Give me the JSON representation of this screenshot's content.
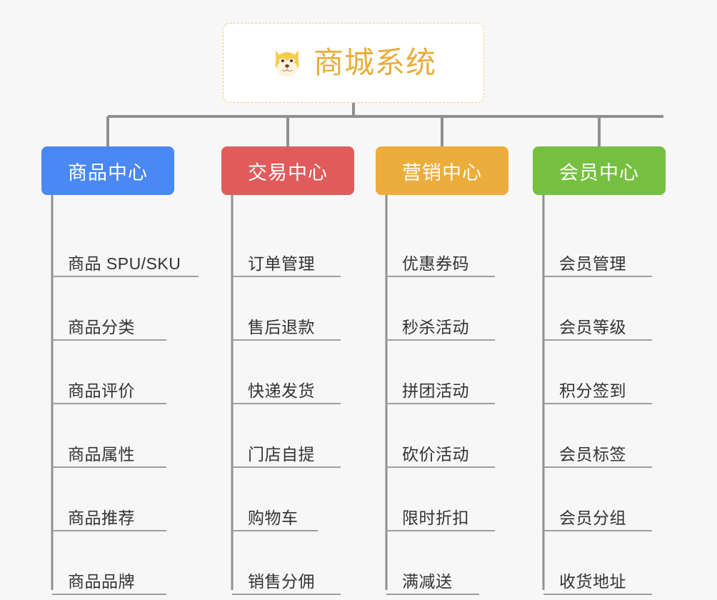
{
  "diagram": {
    "title": "商城系统",
    "root_icon": "dog-face-icon",
    "background_color": "#f7f7f7",
    "root_text_color": "#e8ae3b",
    "root_border_color": "#eec97a",
    "connector_color": "#909090",
    "leaf_text_color": "#333333",
    "leaf_rule_color": "#9e9e9e"
  },
  "branches": [
    {
      "label": "商品中心",
      "color": "#4a89f3",
      "items": [
        {
          "label": "商品 SPU/SKU",
          "width": "w-xl"
        },
        {
          "label": "商品分类",
          "width": "w-lg"
        },
        {
          "label": "商品评价",
          "width": "w-lg"
        },
        {
          "label": "商品属性",
          "width": "w-lg"
        },
        {
          "label": "商品推荐",
          "width": "w-lg"
        },
        {
          "label": "商品品牌",
          "width": "w-lg"
        }
      ]
    },
    {
      "label": "交易中心",
      "color": "#e05c5c",
      "items": [
        {
          "label": "订单管理",
          "width": "w-md"
        },
        {
          "label": "售后退款",
          "width": "w-md"
        },
        {
          "label": "快递发货",
          "width": "w-md"
        },
        {
          "label": "门店自提",
          "width": "w-md"
        },
        {
          "label": "购物车",
          "width": "w-xs"
        },
        {
          "label": "销售分佣",
          "width": "w-md"
        }
      ]
    },
    {
      "label": "营销中心",
      "color": "#edad3c",
      "items": [
        {
          "label": "优惠券码",
          "width": "w-md"
        },
        {
          "label": "秒杀活动",
          "width": "w-md"
        },
        {
          "label": "拼团活动",
          "width": "w-md"
        },
        {
          "label": "砍价活动",
          "width": "w-md"
        },
        {
          "label": "限时折扣",
          "width": "w-md"
        },
        {
          "label": "满减送",
          "width": "w-sm"
        }
      ]
    },
    {
      "label": "会员中心",
      "color": "#76c041",
      "items": [
        {
          "label": "会员管理",
          "width": "w-md"
        },
        {
          "label": "会员等级",
          "width": "w-md"
        },
        {
          "label": "积分签到",
          "width": "w-md"
        },
        {
          "label": "会员标签",
          "width": "w-md"
        },
        {
          "label": "会员分组",
          "width": "w-md"
        },
        {
          "label": "收货地址",
          "width": "w-md"
        }
      ]
    }
  ]
}
